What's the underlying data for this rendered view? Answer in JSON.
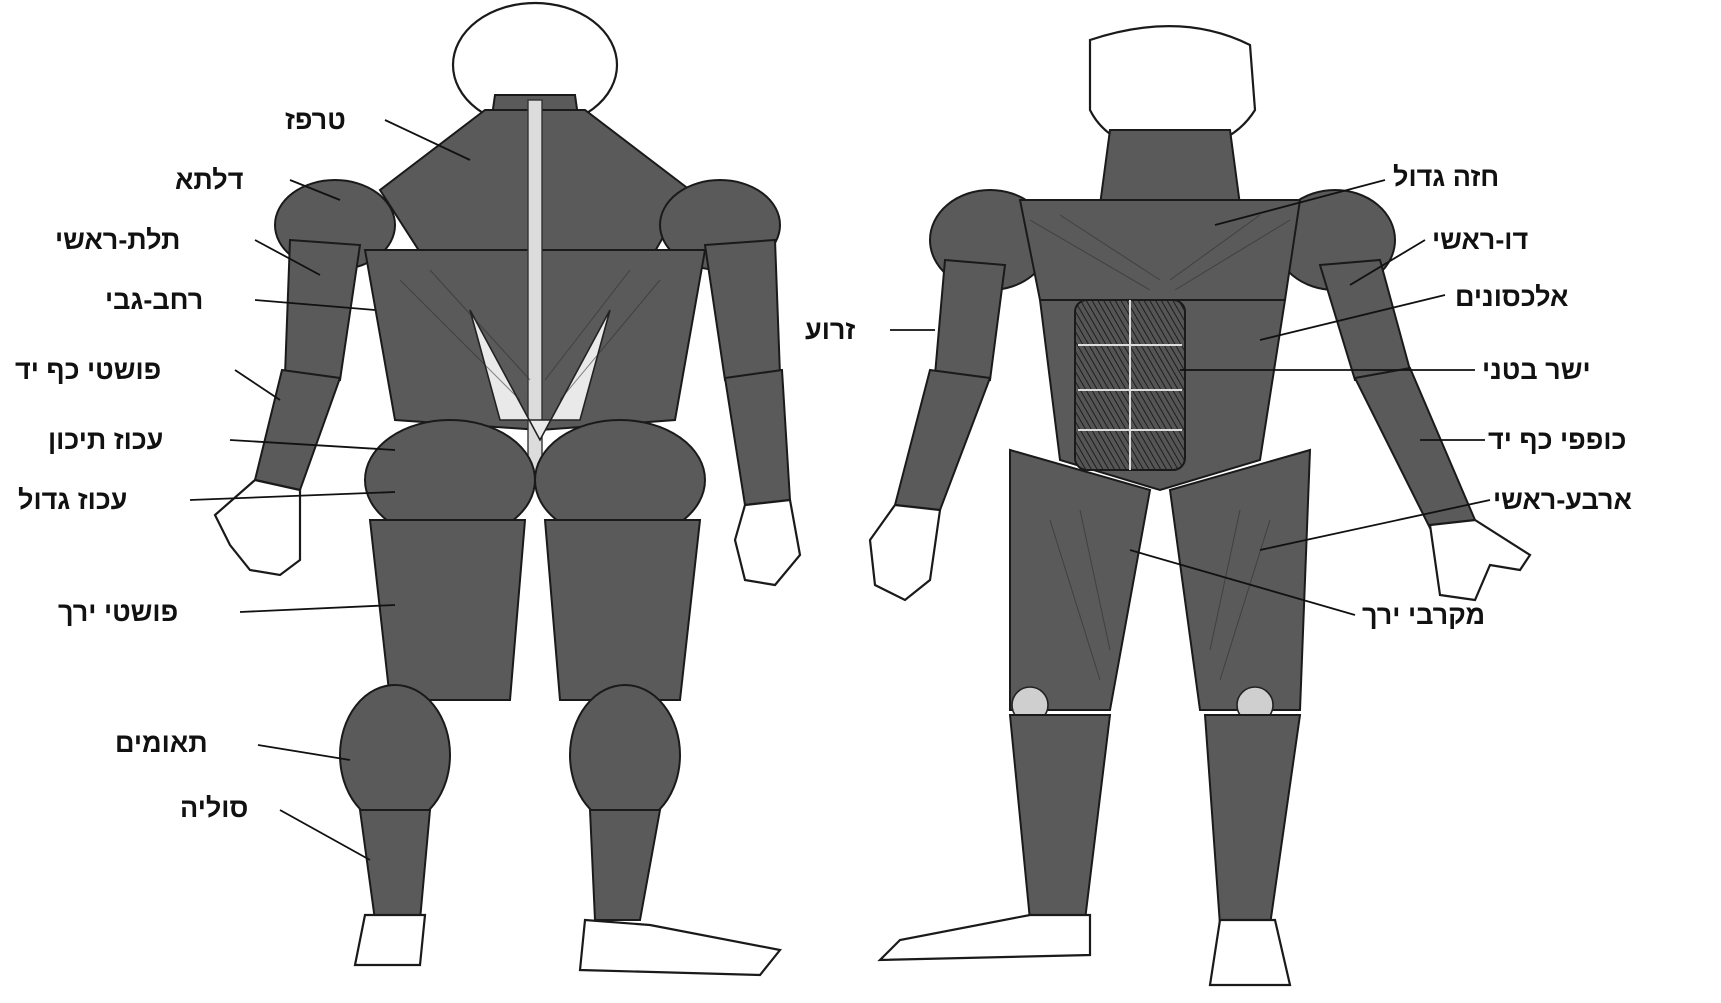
{
  "diagram": {
    "back_view": {
      "labels": [
        {
          "id": "trapezius",
          "text": "טרפז"
        },
        {
          "id": "deltoid",
          "text": "דלתא"
        },
        {
          "id": "triceps",
          "text": "תלת-ראשי"
        },
        {
          "id": "latissimus",
          "text": "רחב-גבי"
        },
        {
          "id": "wrist-extensors",
          "text": "פושטי כף יד"
        },
        {
          "id": "gluteus-medius",
          "text": "עכוז תיכון"
        },
        {
          "id": "gluteus-maximus",
          "text": "עכוז גדול"
        },
        {
          "id": "hamstrings",
          "text": "פושטי ירך"
        },
        {
          "id": "gastrocnemius",
          "text": "תאומים"
        },
        {
          "id": "soleus",
          "text": "סוליה"
        }
      ]
    },
    "front_view": {
      "labels": [
        {
          "id": "pectoralis",
          "text": "חזה גדול"
        },
        {
          "id": "biceps",
          "text": "דו-ראשי"
        },
        {
          "id": "obliques",
          "text": "אלכסונים"
        },
        {
          "id": "rectus-abdominis",
          "text": "ישר בטני"
        },
        {
          "id": "wrist-flexors",
          "text": "כופפי כף יד"
        },
        {
          "id": "quadriceps",
          "text": "ארבע-ראשי"
        },
        {
          "id": "adductors",
          "text": "מקרבי ירך"
        },
        {
          "id": "brachioradialis",
          "text": "זרוע"
        }
      ]
    }
  }
}
